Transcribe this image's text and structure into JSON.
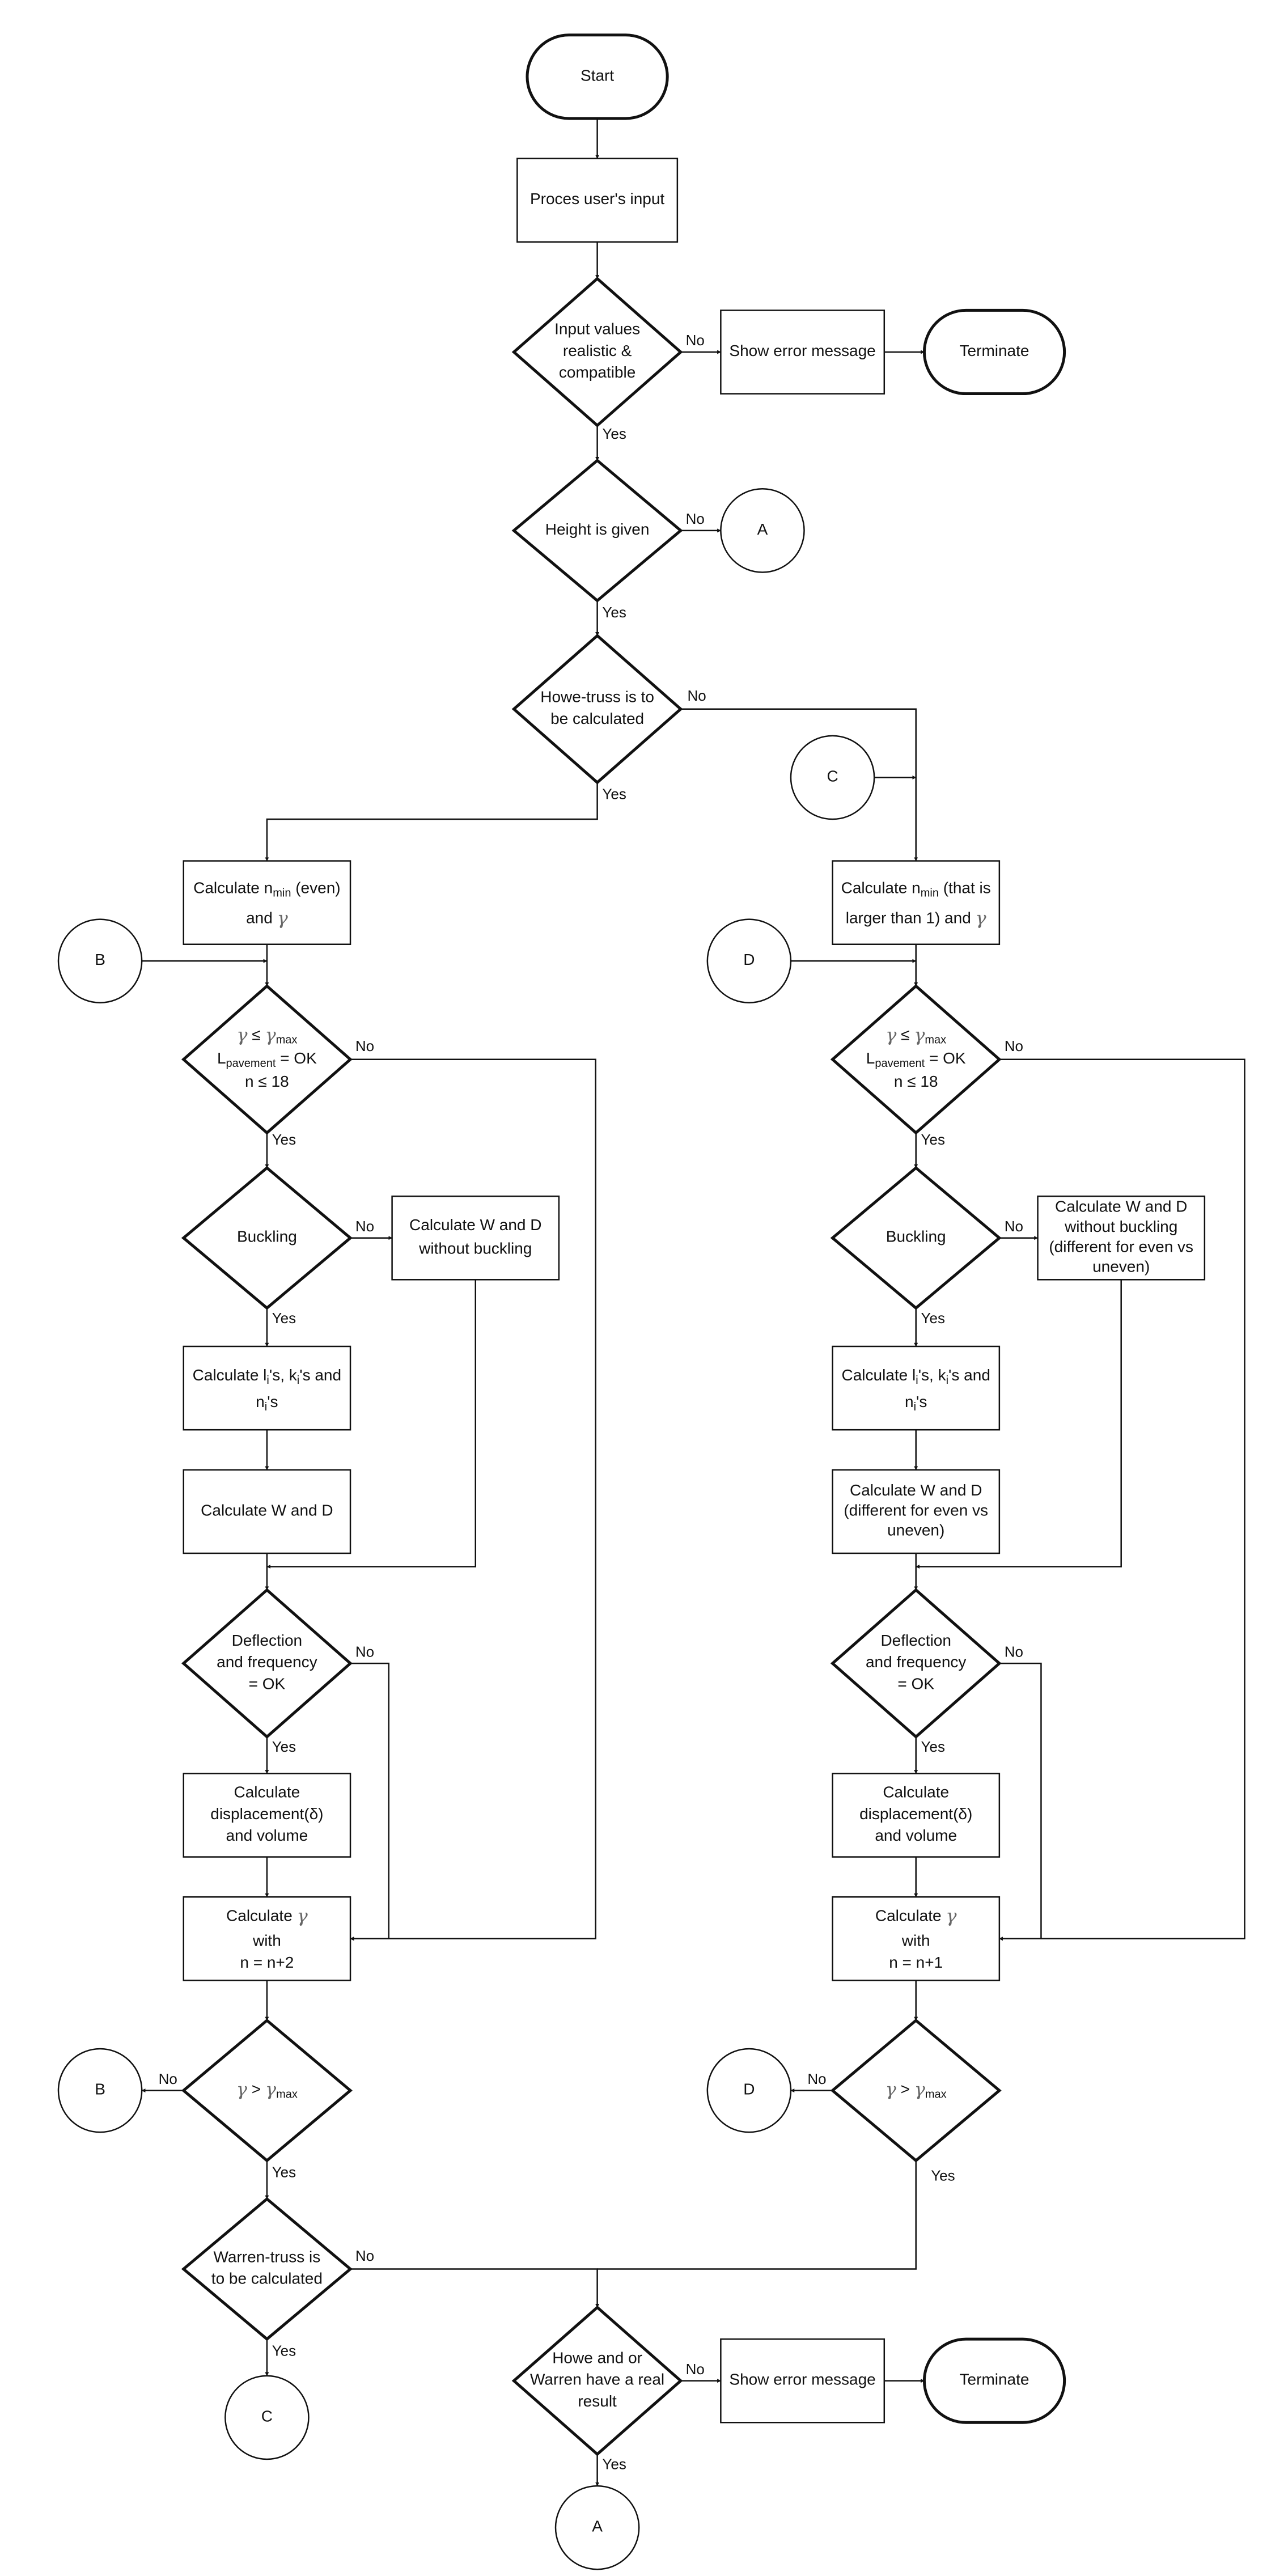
{
  "nodes": {
    "start": "Start",
    "process_input": "Proces user's input",
    "check_input": [
      "Input values",
      "realistic &",
      "compatible"
    ],
    "show_error_1": "Show error message",
    "terminate_1": "Terminate",
    "height_given": "Height is given",
    "connector_a_top": "A",
    "howe_check": [
      "Howe-truss is to",
      "be calculated"
    ],
    "connector_c_right": "C",
    "howe_calc_nmin": [
      "Calculate n",
      "min",
      " (even)",
      "and ",
      "γ"
    ],
    "warren_calc_nmin": [
      "Calculate n",
      "min",
      " (that is",
      "larger than 1) and ",
      "γ"
    ],
    "connector_b_left": "B",
    "connector_d_right": "D",
    "howe_gamma_check": [
      "γ",
      " ≤ ",
      "γ",
      "max",
      "L",
      "pavement",
      " = OK",
      "n ≤ 18"
    ],
    "warren_gamma_check": [
      "γ",
      " ≤ ",
      "γ",
      "max",
      "L",
      "pavement",
      " = OK",
      "n ≤ 18"
    ],
    "howe_buckling": "Buckling",
    "warren_buckling": "Buckling",
    "howe_calc_wd_nobuckle": [
      "Calculate W and D",
      "without buckling"
    ],
    "warren_calc_wd_nobuckle": [
      "Calculate W and D",
      "without buckling",
      "(different for even vs",
      "uneven)"
    ],
    "howe_calc_lkn": [
      "Calculate l",
      "i",
      "'s, k",
      "i",
      "'s and",
      "n",
      "i",
      "'s"
    ],
    "warren_calc_lkn": [
      "Calculate l",
      "i",
      "'s, k",
      "i",
      "'s and",
      "n",
      "i",
      "'s"
    ],
    "howe_calc_wd": "Calculate W and D",
    "warren_calc_wd": [
      "Calculate W and D",
      "(different for even vs",
      "uneven)"
    ],
    "howe_deflection": [
      "Deflection",
      "and frequency",
      "= OK"
    ],
    "warren_deflection": [
      "Deflection",
      "and frequency",
      "= OK"
    ],
    "howe_displacement": [
      "Calculate",
      "displacement(δ)",
      "and volume"
    ],
    "warren_displacement": [
      "Calculate",
      "displacement(δ)",
      "and volume"
    ],
    "howe_calc_gamma_n": [
      "Calculate ",
      "γ",
      "with",
      "n = n+2"
    ],
    "warren_calc_gamma_n": [
      "Calculate ",
      "γ",
      "with",
      "n = n+1"
    ],
    "howe_gamma_gt": [
      "γ",
      " > ",
      "γ",
      "max"
    ],
    "warren_gamma_gt": [
      "γ",
      " > ",
      "γ",
      "max"
    ],
    "connector_b_bottom": "B",
    "connector_d_bottom": "D",
    "warren_check": [
      "Warren-truss is",
      "to be calculated"
    ],
    "connector_c_bottom": "C",
    "result_check": [
      "Howe and or",
      "Warren have a real",
      "result"
    ],
    "show_error_2": "Show error message",
    "terminate_2": "Terminate",
    "connector_a_bottom": "A"
  },
  "edge_labels": {
    "yes": "Yes",
    "no": "No"
  },
  "colors": {
    "stroke": "#111111",
    "gamma_symbol": "#666666",
    "background": "#ffffff"
  }
}
